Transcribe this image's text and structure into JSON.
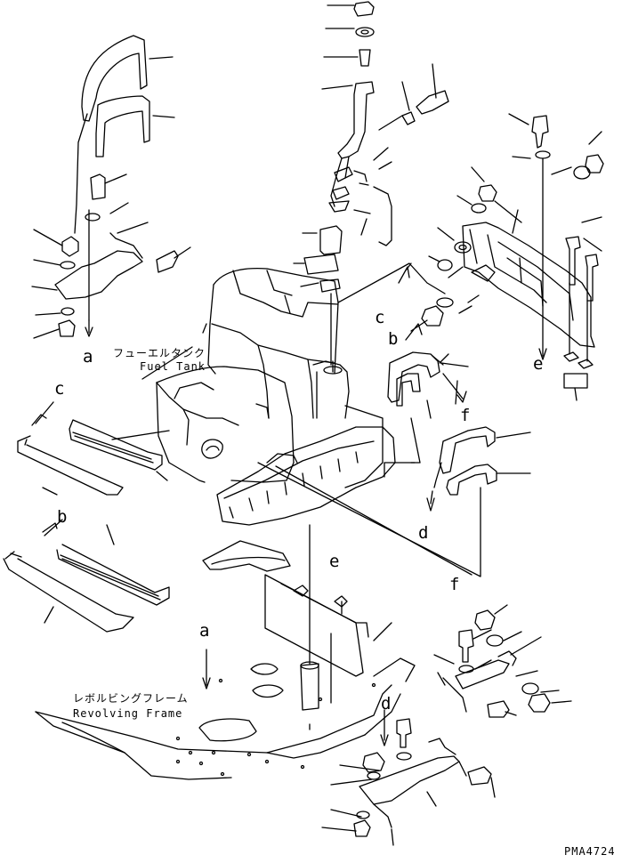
{
  "labels": {
    "fuel_tank_jp": "フューエルタンク",
    "fuel_tank_en": "Fuel Tank",
    "revolving_frame_jp": "レボルビングフレーム",
    "revolving_frame_en": "Revolving Frame",
    "ref_a": "a",
    "ref_b": "b",
    "ref_c": "c",
    "ref_d": "d",
    "ref_e": "e",
    "ref_f": "f"
  },
  "drawing_code": "PMA4724"
}
